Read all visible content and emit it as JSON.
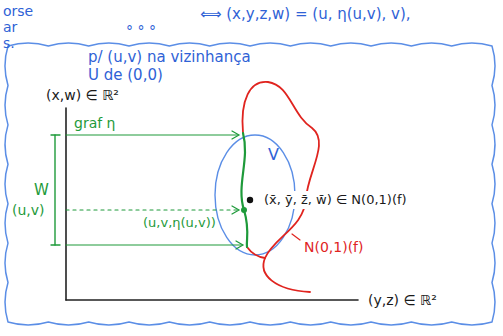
{
  "diagram": {
    "nodes": [
      {
        "text": [
          "p/ (u,v) na vizinhança U de (0,0)"
        ]
      }
    ],
    "labels": [
      "orse",
      "ar",
      "s.",
      "° ° °",
      "⟺ (x,y,z,w) = (u, η(u,v), v),",
      "(x,w) ∈ ℝ²",
      "W",
      "graf η",
      "(u,v)",
      "(u,v,η(u,v))",
      "V",
      "(x̄, ȳ, z̄, w̄) ∈ N(0,1)(f)",
      "N(0,1)(f)",
      "(y,z) ∈ ℝ²"
    ]
  }
}
